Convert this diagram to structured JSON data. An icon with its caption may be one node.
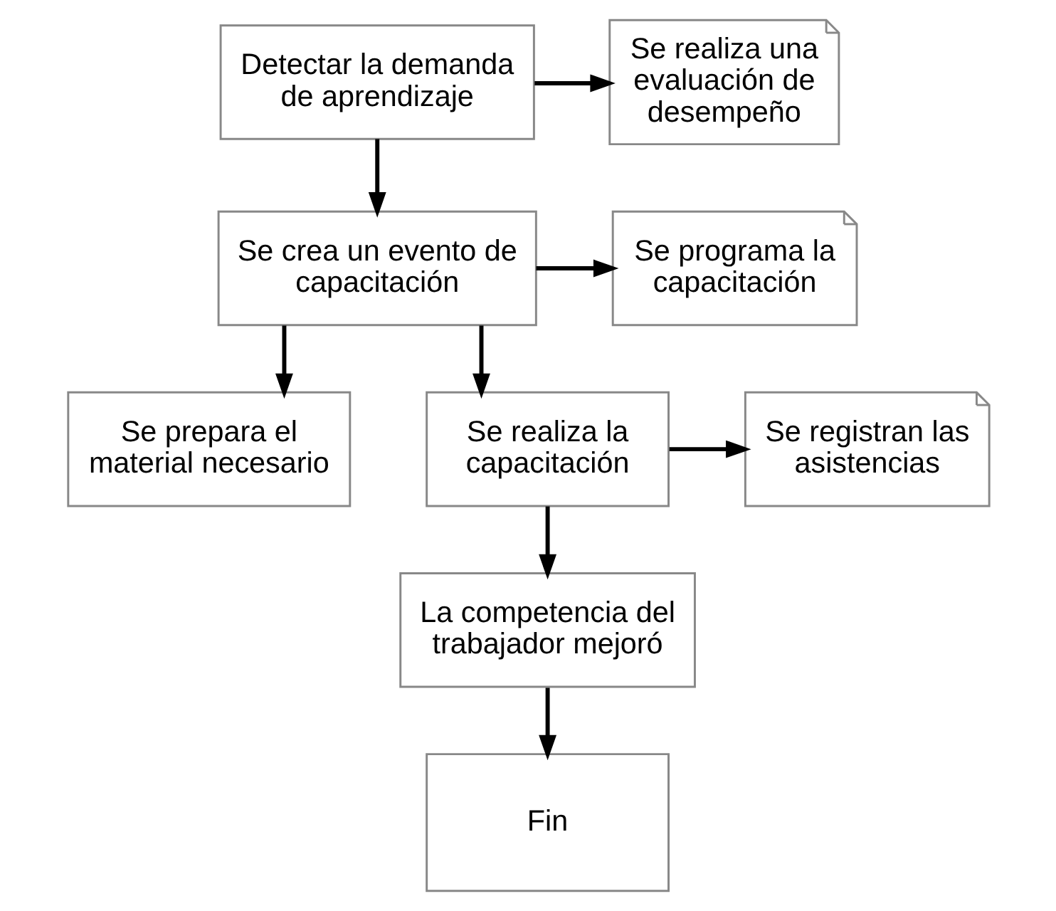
{
  "diagram": {
    "nodes": [
      {
        "text": [
          "Detectar la demanda de aprendizaje"
        ]
      },
      {
        "text": [
          "Se realiza una evaluación de desempeño"
        ]
      },
      {
        "text": [
          "Se crea un evento de capacitación"
        ]
      },
      {
        "text": [
          "Se programa la capacitación"
        ]
      },
      {
        "text": [
          "Se prepara el material necesario"
        ]
      },
      {
        "text": [
          "Se realiza la capacitación"
        ]
      },
      {
        "text": [
          "Se registran las asistencias"
        ]
      },
      {
        "text": [
          "La competencia del trabajador mejoró"
        ]
      },
      {
        "text": [
          "Fin"
        ]
      }
    ],
    "edges": [
      {
        "from": 0,
        "to": 1,
        "arrow": "to"
      },
      {
        "from": 0,
        "to": 2,
        "arrow": "to"
      },
      {
        "from": 2,
        "to": 3,
        "arrow": "to"
      },
      {
        "from": 2,
        "to": 4,
        "arrow": "to"
      },
      {
        "from": 2,
        "to": 5,
        "arrow": "to"
      },
      {
        "from": 5,
        "to": 6,
        "arrow": "to"
      },
      {
        "from": 5,
        "to": 7,
        "arrow": "to"
      },
      {
        "from": 7,
        "to": 8,
        "arrow": "to"
      }
    ]
  }
}
